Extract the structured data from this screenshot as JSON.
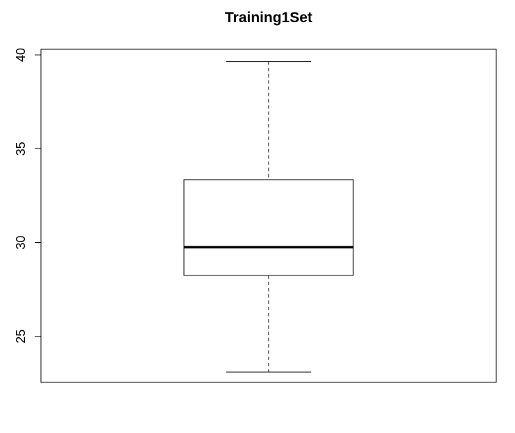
{
  "chart_data": {
    "type": "box",
    "title": "Training1Set",
    "xlabel": "",
    "ylabel": "",
    "ylim": [
      22.55,
      40.3
    ],
    "yticks": [
      25,
      30,
      35,
      40
    ],
    "ytick_labels": [
      "25",
      "30",
      "35",
      "40"
    ],
    "grid": false,
    "boxes": [
      {
        "whisker_low": 23.1,
        "q1": 28.25,
        "median": 29.75,
        "q3": 33.35,
        "whisker_high": 39.65
      }
    ]
  }
}
